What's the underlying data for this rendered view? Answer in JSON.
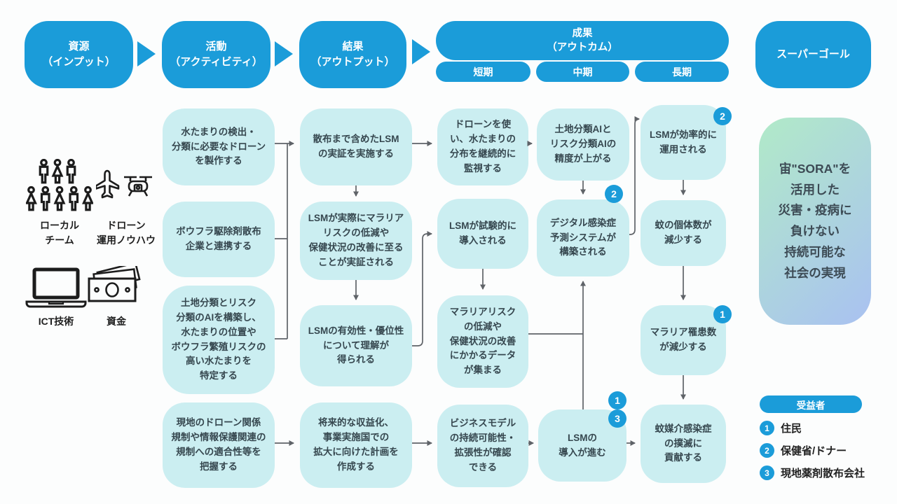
{
  "colors": {
    "primary": "#1B9CD9",
    "node_fill": "#CBEEF1",
    "arrow": "#5F6368",
    "goal_gradient_start": "#B1EAC8",
    "goal_gradient_end": "#A9C1F1"
  },
  "header": {
    "resources": "資源\n（インプット）",
    "activities": "活動\n（アクティビティ）",
    "results": "結果\n（アウトプット）",
    "outcomes": "成果\n（アウトカム）",
    "term_short": "短期",
    "term_mid": "中期",
    "term_long": "長期",
    "super_goal": "スーパーゴール"
  },
  "inputs": {
    "local_team": "ローカル\nチーム",
    "drone_knowhow": "ドローン\n運用ノウハウ",
    "ict": "ICT技術",
    "funds": "資金"
  },
  "activities": [
    "水たまりの検出・\n分類に必要なドローン\nを製作する",
    "ボウフラ駆除剤散布\n企業と連携する",
    "土地分類とリスク\n分類のAIを構築し、\n水たまりの位置や\nボウフラ繁殖リスクの\n高い水たまりを\n特定する",
    "現地のドローン関係\n規制や情報保護関連の\n規制への適合性等を\n把握する"
  ],
  "outputs": [
    "散布まで含めたLSM\nの実証を実施する",
    "LSMが実際にマラリア\nリスクの低減や\n保健状況の改善に至る\nことが実証される",
    "LSMの有効性・優位性\nについて理解が\n得られる",
    "将来的な収益化、\n事業実施国での\n拡大に向けた計画を\n作成する"
  ],
  "short_term": [
    "ドローンを使\nい、水たまりの\n分布を継続的に\n監視する",
    "LSMが試験的に\n導入される",
    "マラリアリスク\nの低減や\n保健状況の改善\nにかかるデータ\nが集まる",
    "ビジネスモデル\nの持続可能性・\n拡張性が確認\nできる"
  ],
  "mid_term": [
    "土地分類AIと\nリスク分類AIの\n精度が上がる",
    "デジタル感染症\n予測システムが\n構築される",
    "LSMの\n導入が進む"
  ],
  "long_term": [
    "LSMが効率的に\n運用される",
    "蚊の個体数が\n減少する",
    "マラリア罹患数\nが減少する",
    "蚊媒介感染症\nの撲滅に\n貢献する"
  ],
  "badges": {
    "digital_system": "2",
    "lsm_intro_1": "1",
    "lsm_intro_2": "3",
    "lsm_efficient": "2",
    "malaria_cases": "1"
  },
  "super_goal": "宙\"SORA\"を\n活用した\n災害・疫病に\n負けない\n持続可能な\n社会の実現",
  "legend": {
    "title": "受益者",
    "items": [
      {
        "num": "1",
        "label": "住民"
      },
      {
        "num": "2",
        "label": "保健省/ドナー"
      },
      {
        "num": "3",
        "label": "現地薬剤散布会社"
      }
    ]
  }
}
